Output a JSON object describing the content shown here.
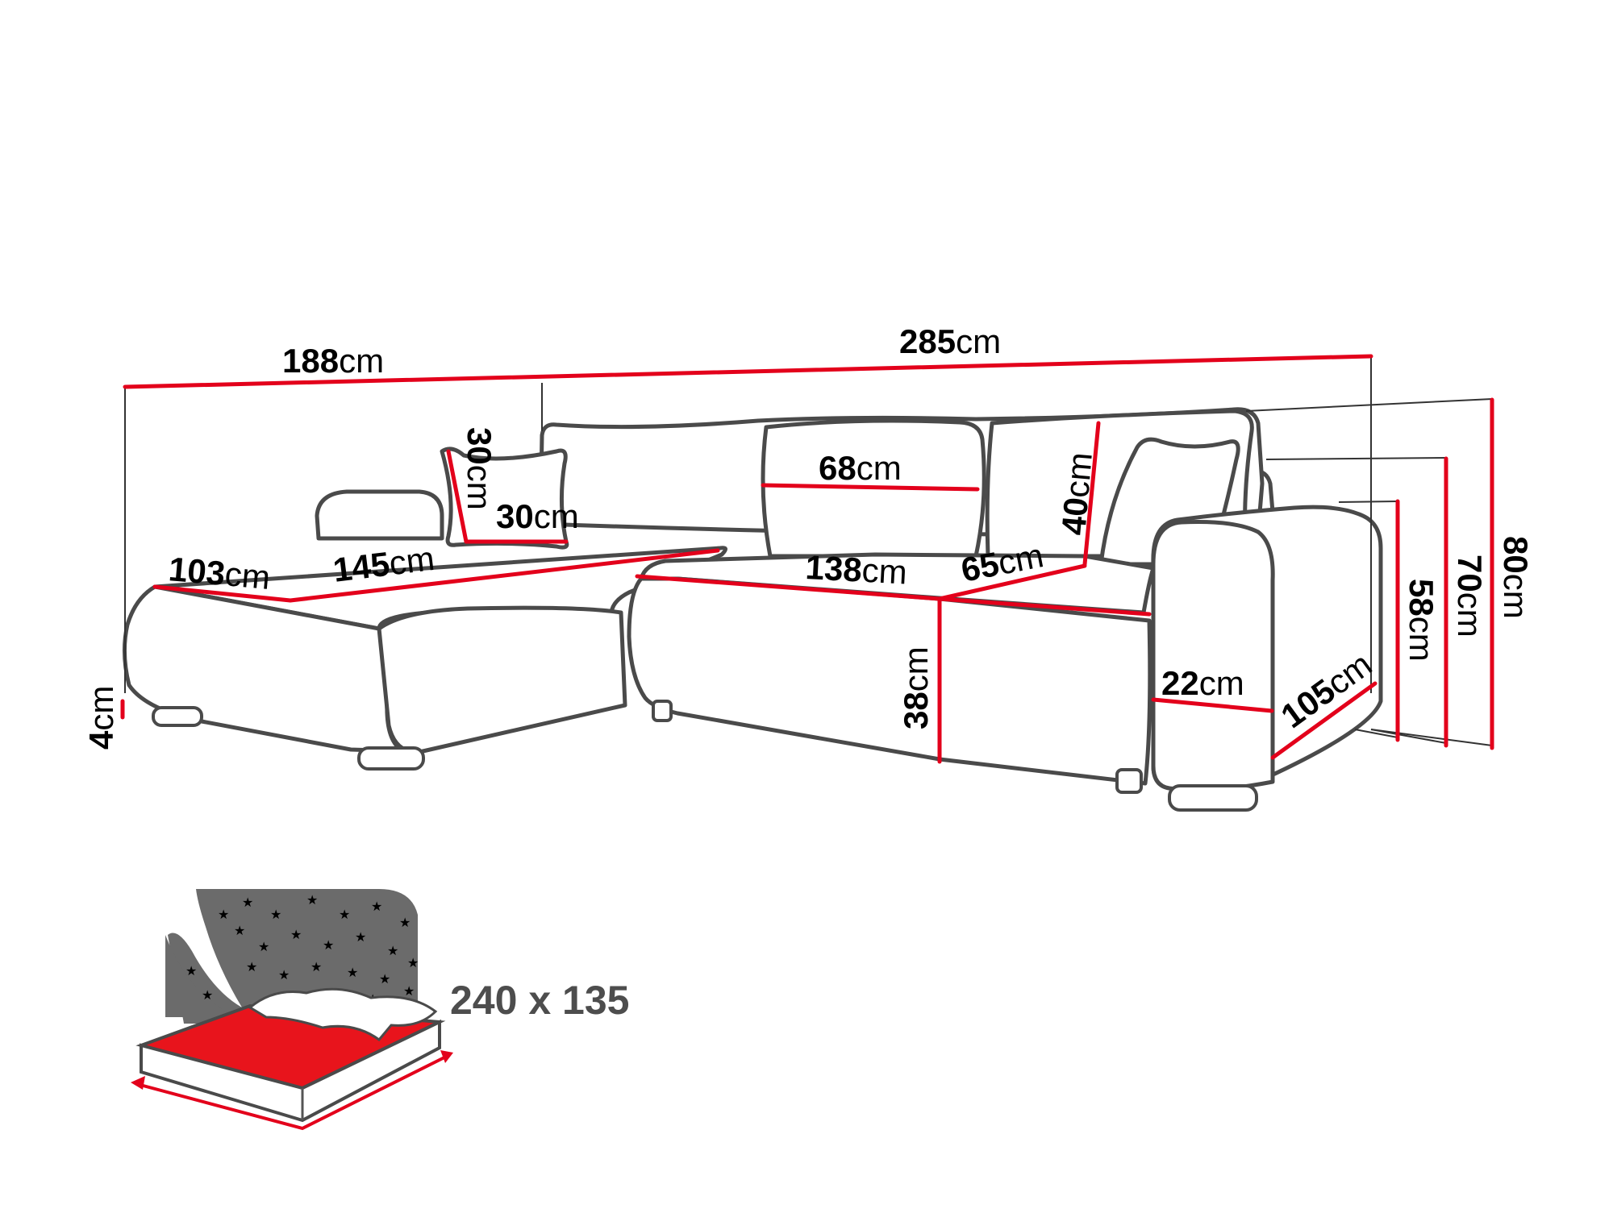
{
  "dimensions": {
    "total_width": {
      "value": "285",
      "unit": "cm"
    },
    "chaise_length": {
      "value": "188",
      "unit": "cm"
    },
    "total_height": {
      "value": "80",
      "unit": "cm"
    },
    "back_height": {
      "value": "70",
      "unit": "cm"
    },
    "armrest_height": {
      "value": "58",
      "unit": "cm"
    },
    "seat_height": {
      "value": "38",
      "unit": "cm"
    },
    "leg_height": {
      "value": "4",
      "unit": "cm"
    },
    "cushion_width": {
      "value": "68",
      "unit": "cm"
    },
    "cushion_height": {
      "value": "40",
      "unit": "cm"
    },
    "pillow_height": {
      "value": "30",
      "unit": "cm"
    },
    "pillow_width": {
      "value": "30",
      "unit": "cm"
    },
    "chaise_width": {
      "value": "103",
      "unit": "cm"
    },
    "chaise_seat_length": {
      "value": "145",
      "unit": "cm"
    },
    "seat_width": {
      "value": "138",
      "unit": "cm"
    },
    "seat_depth": {
      "value": "65",
      "unit": "cm"
    },
    "armrest_width": {
      "value": "22",
      "unit": "cm"
    },
    "total_depth": {
      "value": "105",
      "unit": "cm"
    }
  },
  "bed": {
    "size_label": "240 x 135",
    "colors": {
      "mattress": "#e8141c",
      "night_sky": "#6b6b6b",
      "stars": "#ffffff"
    }
  },
  "colors": {
    "dimension_line": "#e3001b",
    "outline": "#4a4a4a"
  }
}
